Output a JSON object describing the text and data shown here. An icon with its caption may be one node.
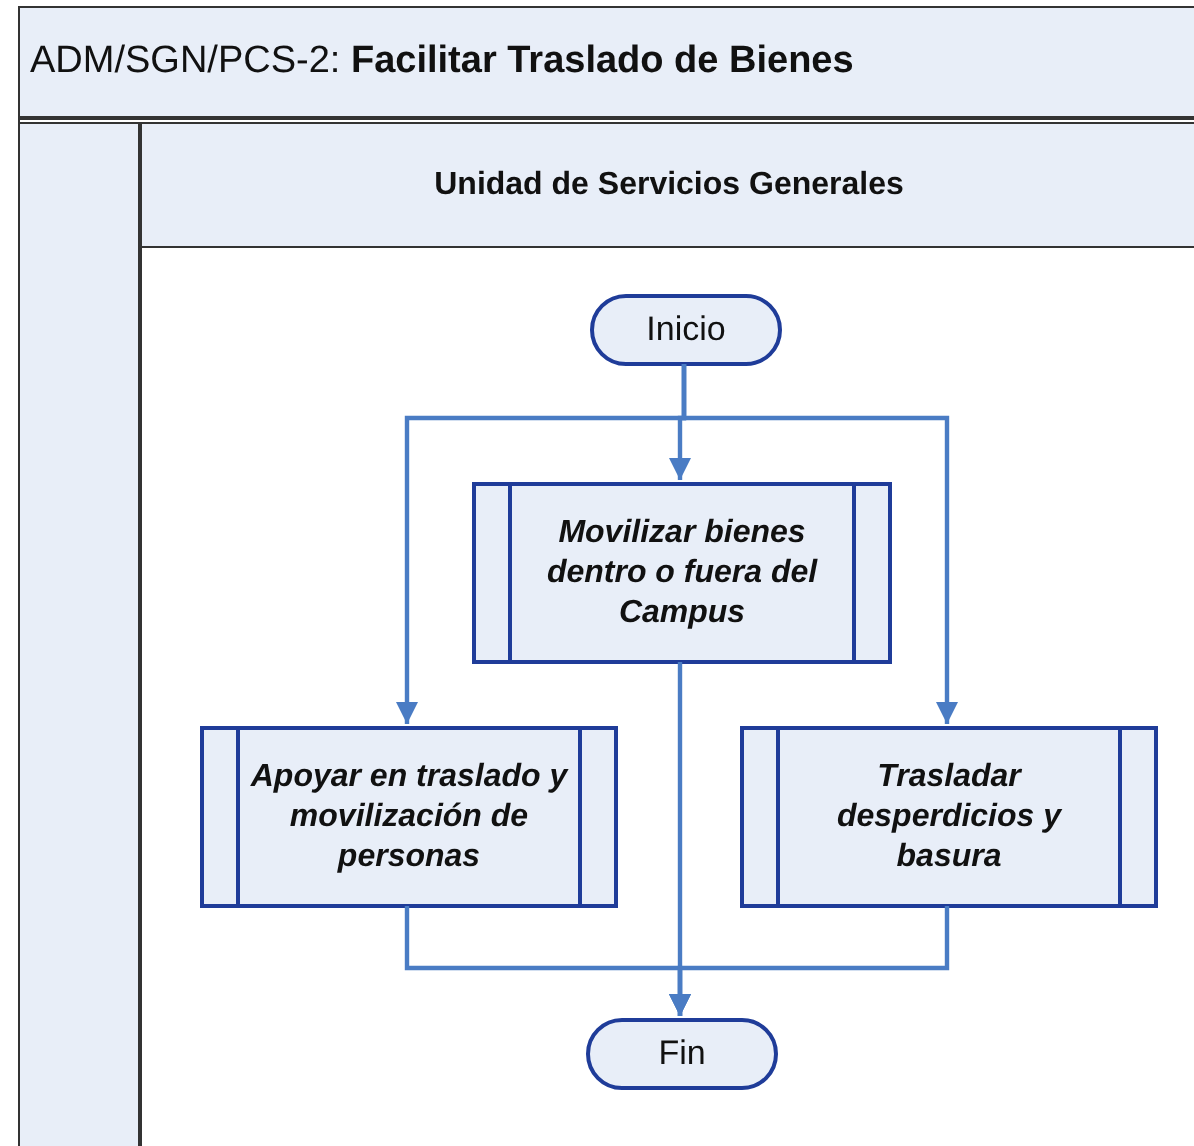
{
  "diagram": {
    "title": "ADM/SGN/PCS-2: **Facilitar Traslado de Bienes**",
    "nodes": [
      {
        "text": [
          "Unidad de Servicios Generales"
        ]
      },
      {
        "text": [
          "Inicio"
        ],
        "in": 0
      },
      {
        "text": [
          "Movilizar bienes dentro o fuera del Campus"
        ],
        "in": 0
      },
      {
        "text": [
          "Apoyar en traslado y movilización de personas"
        ],
        "in": 0
      },
      {
        "text": [
          "Trasladar desperdicios y basura"
        ],
        "in": 0
      },
      {
        "text": [
          "Fin"
        ],
        "in": 0
      }
    ],
    "edges": [
      {
        "from": 1,
        "to": 2,
        "arrow": "to"
      },
      {
        "from": 1,
        "to": 3,
        "arrow": "to"
      },
      {
        "from": 1,
        "to": 4,
        "arrow": "to"
      },
      {
        "from": 2,
        "to": 5,
        "arrow": "to"
      },
      {
        "from": 3,
        "to": 5,
        "arrow": "to"
      },
      {
        "from": 4,
        "to": 5,
        "arrow": "to"
      }
    ]
  }
}
